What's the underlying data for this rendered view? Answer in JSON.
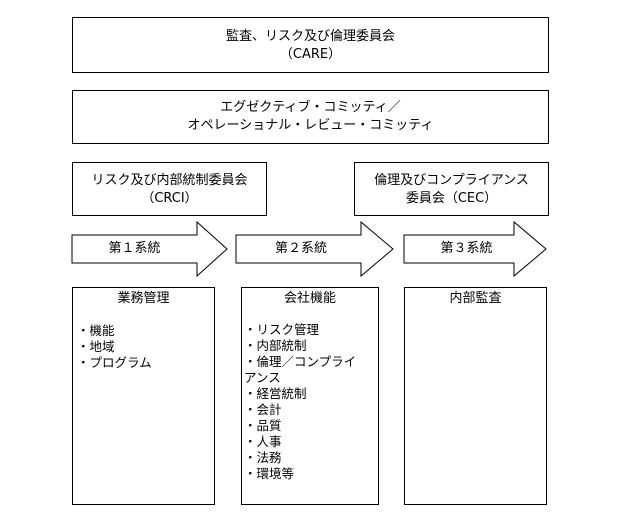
{
  "care": {
    "title": "監査、リスク及び倫理委員会",
    "abbr": "（CARE）"
  },
  "executive": {
    "line1": "エグゼクティブ・コミッティ／",
    "line2": "オペレーショナル・レビュー・コミッティ"
  },
  "crci": {
    "title": "リスク及び内部統制委員会",
    "abbr": "（CRCI）"
  },
  "cec": {
    "line1": "倫理及びコンプライアンス",
    "line2": "委員会（CEC）"
  },
  "arrows": [
    {
      "label": "第１系統"
    },
    {
      "label": "第２系統"
    },
    {
      "label": "第３系統"
    }
  ],
  "columns": [
    {
      "title": "業務管理",
      "items": [
        "・機能",
        "・地域",
        "・プログラム"
      ]
    },
    {
      "title": "会社機能",
      "items": [
        "・リスク管理",
        "・内部統制",
        "・倫理／コンプライ",
        "アンス",
        "・経営統制",
        "・会計",
        "・品質",
        "・人事",
        "・法務",
        "・環境等"
      ]
    },
    {
      "title": "内部監査",
      "items": []
    }
  ]
}
